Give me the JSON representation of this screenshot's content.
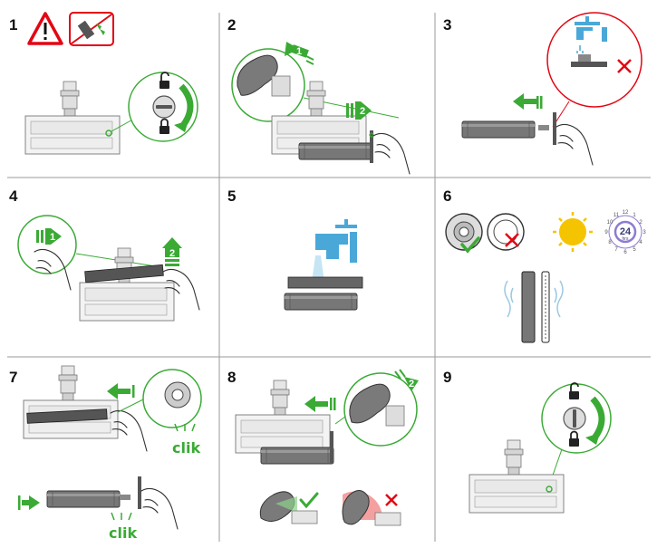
{
  "steps": [
    {
      "number": "1"
    },
    {
      "number": "2"
    },
    {
      "number": "3"
    },
    {
      "number": "4"
    },
    {
      "number": "5"
    },
    {
      "number": "6"
    },
    {
      "number": "7"
    },
    {
      "number": "8"
    },
    {
      "number": "9"
    }
  ],
  "labels": {
    "arrow_one": "1",
    "arrow_two": "2",
    "dry_hours": "24",
    "dry_hours_unit": "hrs",
    "click_sound": "clik"
  },
  "clock_numbers": [
    "12",
    "1",
    "2",
    "3",
    "4",
    "5",
    "6",
    "7",
    "8",
    "9",
    "10",
    "11"
  ],
  "colors": {
    "accent_green": "#3aaa35",
    "warning_red": "#e30613",
    "water_blue": "#4aa8d8",
    "sun_yellow": "#f5c400",
    "clock_purple": "#8d7bd3",
    "line_gray": "#999999"
  },
  "icons": [
    "warning-triangle-icon",
    "no-water-on-motor-icon",
    "lock-icon",
    "unlock-icon",
    "tap-icon",
    "sun-icon",
    "clock-24h-icon",
    "check-icon",
    "cross-icon"
  ]
}
